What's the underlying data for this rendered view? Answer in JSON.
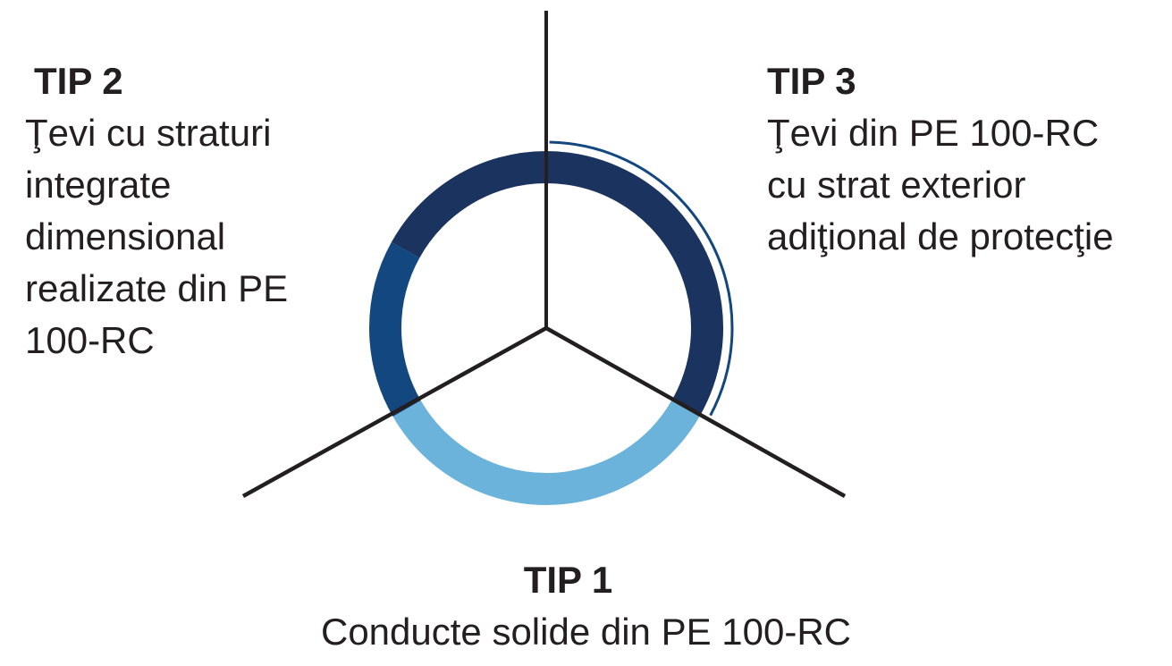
{
  "colors": {
    "tip1": "#6cb3dc",
    "tip2": "#12477f",
    "tip3": "#1b335f",
    "spokes": "#231f20",
    "outer_layer": "#12477f"
  },
  "tip1": {
    "title": "TIP 1",
    "lines": [
      "Conducte solide din PE 100-RC"
    ]
  },
  "tip2": {
    "title": "TIP 2",
    "lines": [
      "Ţevi cu straturi",
      "integrate",
      "dimensional",
      "realizate din PE",
      "100-RC"
    ]
  },
  "tip3": {
    "title": "TIP 3",
    "lines": [
      "Ţevi din PE 100-RC",
      "cu strat exterior",
      "adiţional de protecţie"
    ]
  }
}
